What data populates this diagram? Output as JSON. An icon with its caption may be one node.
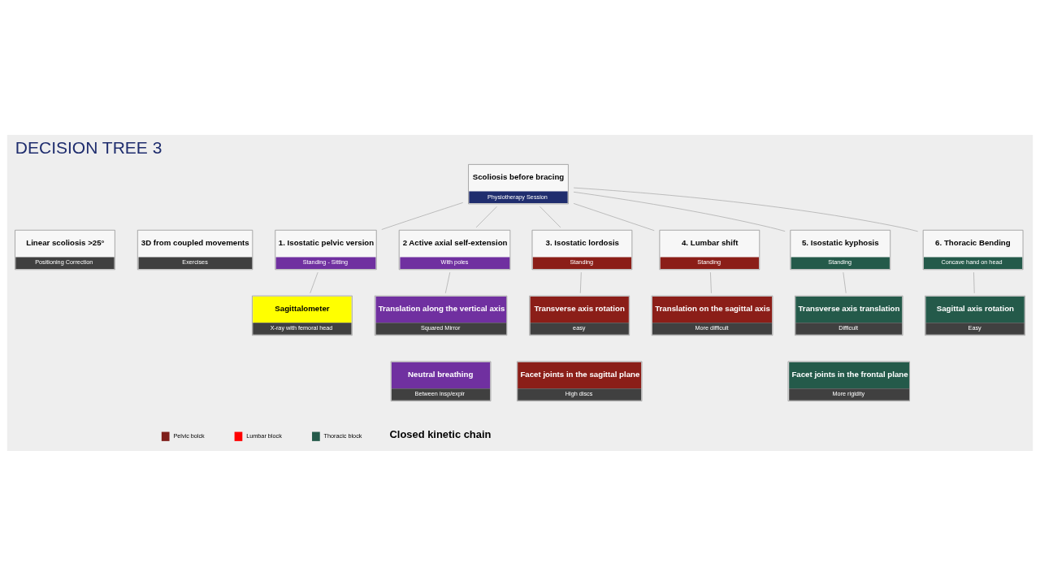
{
  "diagram": {
    "title": "DECISION TREE 3",
    "nodes": [
      {
        "text": [
          "Scoliosis before bracing",
          "Physiotherapy Session"
        ]
      },
      {
        "text": [
          "Linear scoliosis >25°",
          "Positioning Correction"
        ]
      },
      {
        "text": [
          "3D from coupled movements",
          "Exercises"
        ]
      },
      {
        "text": [
          "1. Isostatic pelvic version",
          "Standing - Sitting"
        ]
      },
      {
        "text": [
          "2 Active axial self-extension",
          "With poles"
        ]
      },
      {
        "text": [
          "3. Isostatic lordosis",
          "Standing"
        ]
      },
      {
        "text": [
          "4. Lumbar shift",
          "Standing"
        ]
      },
      {
        "text": [
          "5. Isostatic kyphosis",
          "Standing"
        ]
      },
      {
        "text": [
          "6. Thoracic Bending",
          "Concave hand on head"
        ]
      },
      {
        "text": [
          "Sagittalometer",
          "X-ray with femoral head"
        ]
      },
      {
        "text": [
          "Translation along the vertical axis",
          "Squared Mirror"
        ]
      },
      {
        "text": [
          "Neutral breathing",
          "Between insp/expir"
        ]
      },
      {
        "text": [
          "Transverse axis rotation",
          "easy"
        ]
      },
      {
        "text": [
          "Translation on the sagittal axis",
          "More difficult"
        ]
      },
      {
        "text": [
          "Transverse axis translation",
          "Difficult"
        ]
      },
      {
        "text": [
          "Sagittal axis rotation",
          "Easy"
        ]
      },
      {
        "text": [
          "Facet joints in the sagittal plane",
          "High discs"
        ]
      },
      {
        "text": [
          "Facet joints in the frontal plane",
          "More rigidity"
        ]
      }
    ],
    "edges": [
      {
        "from": 0,
        "to": 3,
        "arrow": "none"
      },
      {
        "from": 0,
        "to": 4,
        "arrow": "none"
      },
      {
        "from": 0,
        "to": 5,
        "arrow": "none"
      },
      {
        "from": 0,
        "to": 6,
        "arrow": "none"
      },
      {
        "from": 0,
        "to": 7,
        "arrow": "none"
      },
      {
        "from": 0,
        "to": 8,
        "arrow": "none"
      },
      {
        "from": 3,
        "to": 9,
        "arrow": "none"
      },
      {
        "from": 4,
        "to": 10,
        "arrow": "none"
      },
      {
        "from": 5,
        "to": 12,
        "arrow": "none"
      },
      {
        "from": 6,
        "to": 13,
        "arrow": "none"
      },
      {
        "from": 7,
        "to": 14,
        "arrow": "none"
      },
      {
        "from": 8,
        "to": 15,
        "arrow": "none"
      }
    ],
    "labels": [
      "Closed kinetic chain"
    ],
    "legend": [
      {
        "text": "Pelvic bolck",
        "color": "#7f1f1a"
      },
      {
        "text": "Lumbar block",
        "color": "#ff0000"
      },
      {
        "text": "Thoracic block",
        "color": "#245a4a"
      }
    ]
  }
}
